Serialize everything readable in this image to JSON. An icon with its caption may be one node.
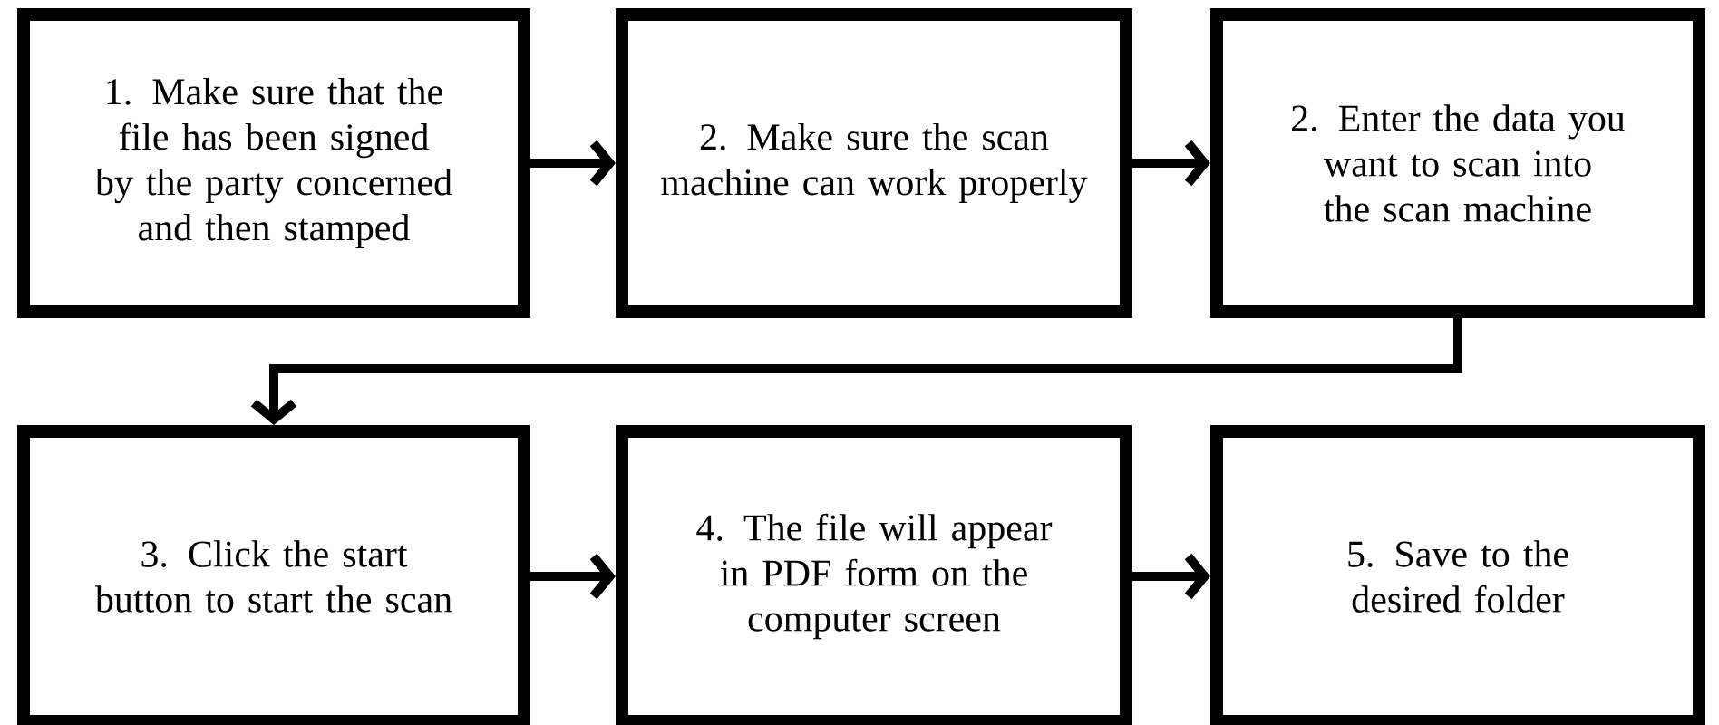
{
  "diagram": {
    "nodes": [
      {
        "text": [
          "1. Make sure that the file has been signed by the party concerned and then stamped"
        ]
      },
      {
        "text": [
          "2. Make sure the scan machine can work properly"
        ]
      },
      {
        "text": [
          "2. Enter the data you want to scan into the scan machine"
        ]
      },
      {
        "text": [
          "3. Click the start button to start the scan"
        ]
      },
      {
        "text": [
          "4. The file will appear in PDF form on the computer screen"
        ]
      },
      {
        "text": [
          "5. Save to the desired folder"
        ]
      }
    ],
    "edges": [
      {
        "from": 0,
        "to": 1,
        "arrow": "to"
      },
      {
        "from": 1,
        "to": 2,
        "arrow": "to"
      },
      {
        "from": 2,
        "to": 3,
        "arrow": "to"
      },
      {
        "from": 3,
        "to": 4,
        "arrow": "to"
      },
      {
        "from": 4,
        "to": 5,
        "arrow": "to"
      }
    ]
  }
}
